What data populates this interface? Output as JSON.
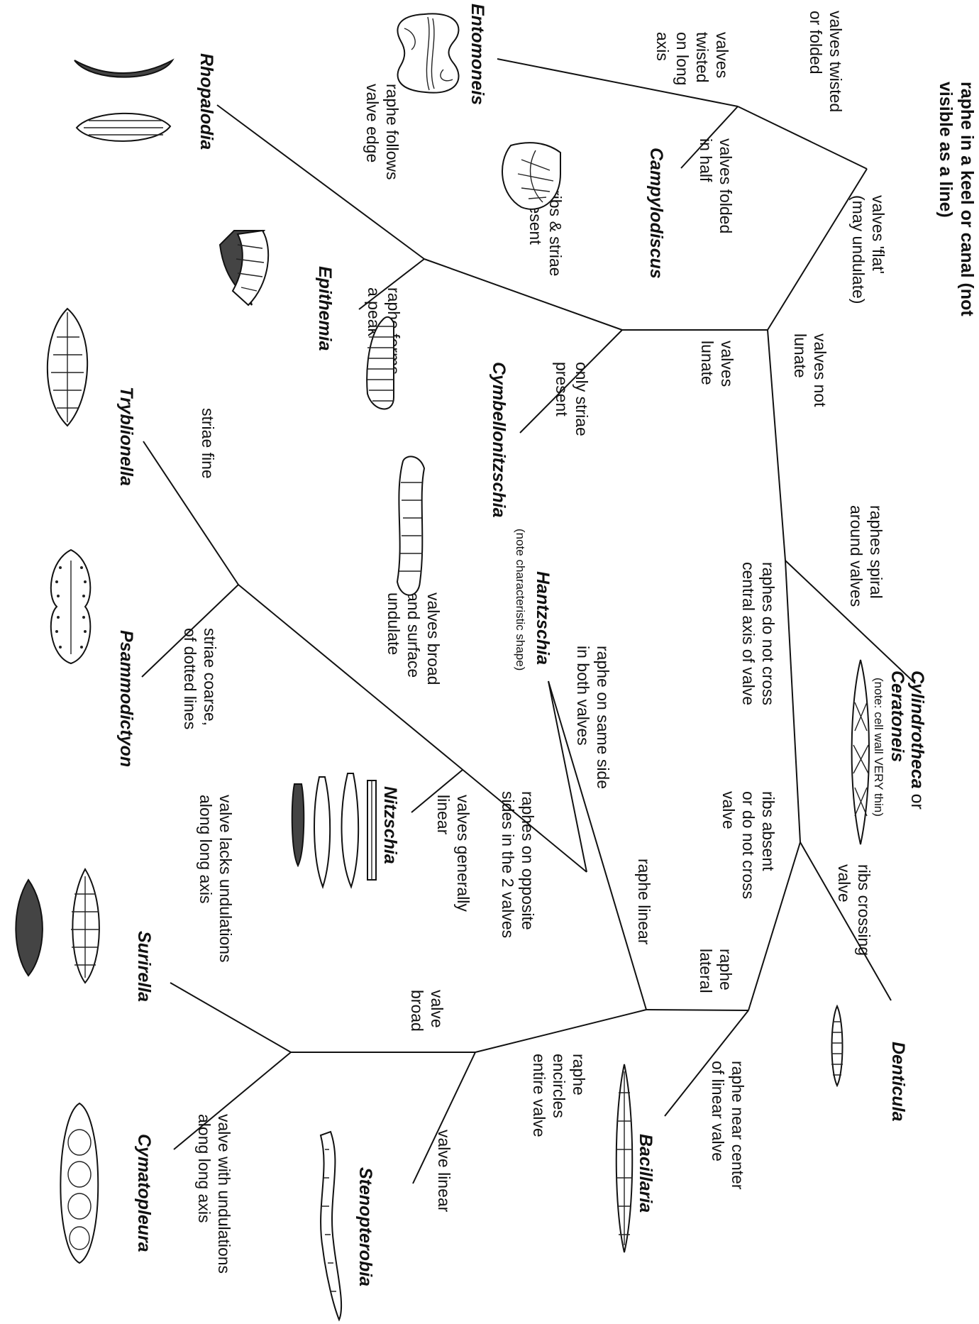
{
  "title": {
    "line1": "raphe in a keel or canal (not",
    "line2": "visible as a line)"
  },
  "nodes": {
    "twisted": [
      "valves twisted",
      "or folded"
    ],
    "twisted_long": [
      "valves",
      "twisted",
      "on long",
      "axis"
    ],
    "folded_half": [
      "valves folded",
      "in half"
    ],
    "flat": [
      "valves 'flat'",
      "(may undulate)"
    ],
    "lunate": [
      "valves",
      "lunate"
    ],
    "not_lunate": [
      "valves not",
      "lunate"
    ],
    "ribs_striae": [
      "ribs & striae",
      "present"
    ],
    "only_striae": [
      "only striae",
      "present"
    ],
    "raphe_edge": [
      "raphe follows",
      "valve edge"
    ],
    "raphe_peak": [
      "raphe forms",
      "a peak"
    ],
    "spiral": [
      "raphes spiral",
      "around valves"
    ],
    "no_cross": [
      "raphes do not cross",
      "central axis of valve"
    ],
    "ribs_absent": [
      "ribs absent",
      "or do not cross",
      "valve"
    ],
    "ribs_crossing": [
      "ribs crossing",
      "valve"
    ],
    "raphe_lateral": [
      "raphe",
      "lateral"
    ],
    "raphe_linear": [
      "raphe linear"
    ],
    "raphe_center": [
      "raphe near center",
      "of linear valve"
    ],
    "same_side": [
      "raphe on same side",
      "in both valves"
    ],
    "opposite": [
      "raphes on opposite",
      "sides in the 2 valves"
    ],
    "broad_undulate": [
      "valves broad",
      "and surface",
      "undulate"
    ],
    "gen_linear": [
      "valves generally",
      "linear"
    ],
    "striae_fine": [
      "striae fine"
    ],
    "striae_coarse": [
      "striae coarse,",
      "of dotted lines"
    ],
    "encircles": [
      "raphe",
      "encircles",
      "entire valve"
    ],
    "valve_broad": [
      "valve",
      "broad"
    ],
    "valve_linear": [
      "valve linear"
    ],
    "lacks_undulations": [
      "valve lacks undulations",
      "along long axis"
    ],
    "with_undulations": [
      "valve with undulations",
      "along long axis"
    ]
  },
  "genera": {
    "entomoneis": "Entomoneis",
    "rhopalodia": "Rhopalodia",
    "campylodiscus": "Campylodiscus",
    "epithemia": "Epithemia",
    "cymbellonitzschia": "Cymbellonitzschia",
    "tryblionella": "Tryblionella",
    "hantzschia": "Hantzschia",
    "hantzschia_note": "(note characteristic shape)",
    "psammodictyon": "Psammodictyon",
    "cylindrotheca": "Cylindrotheca",
    "cylindrotheca_or": " or",
    "ceratoneis": "Ceratoneis",
    "cylindrotheca_note": "(note: cell wall VERY thin)",
    "nitzschia": "Nitzschia",
    "denticula": "Denticula",
    "bacillaria": "Bacillaria",
    "surirella": "Surirella",
    "cymatopleura": "Cymatopleura",
    "stenopterobia": "Stenopterobia"
  }
}
